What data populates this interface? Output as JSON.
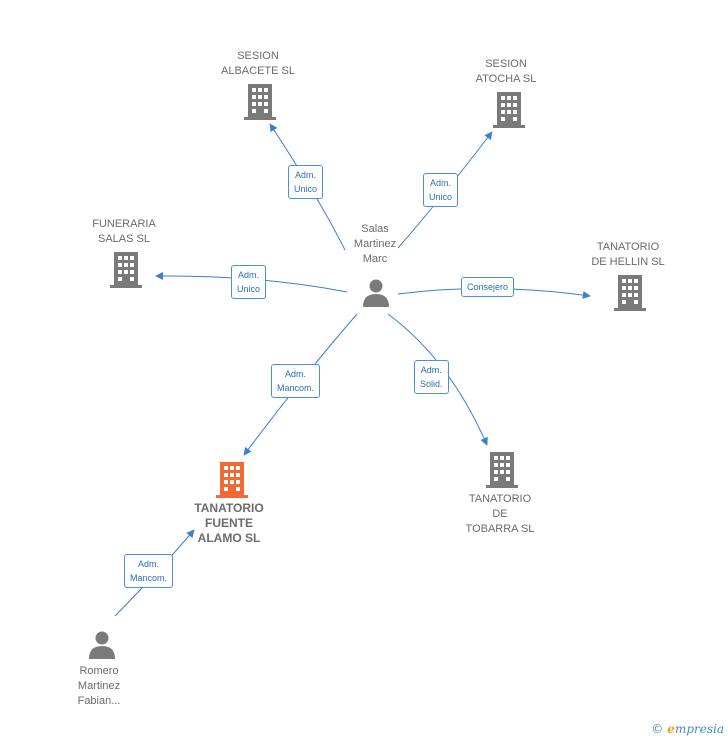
{
  "colors": {
    "edge": "#3a7fd0",
    "building": "#7a7a7a",
    "building_highlight": "#f06a35",
    "person": "#7a7a7a"
  },
  "center": {
    "label_lines": [
      "Salas",
      "Martinez",
      "Marc"
    ],
    "icon": "person-icon"
  },
  "companies": [
    {
      "id": "sesion-albacete",
      "label_lines": [
        "SESION",
        "ALBACETE  SL"
      ],
      "icon": "building-icon"
    },
    {
      "id": "sesion-atocha",
      "label_lines": [
        "SESION",
        "ATOCHA  SL"
      ],
      "icon": "building-icon"
    },
    {
      "id": "funeraria-salas",
      "label_lines": [
        "FUNERARIA",
        "SALAS  SL"
      ],
      "icon": "building-icon"
    },
    {
      "id": "tanatorio-hellin",
      "label_lines": [
        "TANATORIO",
        "DE HELLIN SL"
      ],
      "icon": "building-icon"
    },
    {
      "id": "tanatorio-fuente-alamo",
      "label_lines": [
        "TANATORIO",
        "FUENTE",
        "ALAMO  SL"
      ],
      "icon": "building-icon",
      "highlight": true
    },
    {
      "id": "tanatorio-tobarra",
      "label_lines": [
        "TANATORIO",
        "DE",
        "TOBARRA SL"
      ],
      "icon": "building-icon"
    }
  ],
  "persons": [
    {
      "id": "romero",
      "label_lines": [
        "Romero",
        "Martinez",
        "Fabian..."
      ],
      "icon": "person-icon"
    }
  ],
  "edges": [
    {
      "from": "salas",
      "to": "sesion-albacete",
      "label_lines": [
        "Adm.",
        "Unico"
      ]
    },
    {
      "from": "salas",
      "to": "sesion-atocha",
      "label_lines": [
        "Adm.",
        "Unico"
      ]
    },
    {
      "from": "salas",
      "to": "funeraria-salas",
      "label_lines": [
        "Adm.",
        "Unico"
      ]
    },
    {
      "from": "salas",
      "to": "tanatorio-hellin",
      "label_lines": [
        "Consejero"
      ]
    },
    {
      "from": "salas",
      "to": "tanatorio-fuente-alamo",
      "label_lines": [
        "Adm.",
        "Mancom."
      ]
    },
    {
      "from": "salas",
      "to": "tanatorio-tobarra",
      "label_lines": [
        "Adm.",
        "Solid."
      ]
    },
    {
      "from": "romero",
      "to": "tanatorio-fuente-alamo",
      "label_lines": [
        "Adm.",
        "Mancom."
      ]
    }
  ],
  "watermark": {
    "copyright": "©",
    "brand_initial": "e",
    "brand_rest": "mpresia"
  }
}
